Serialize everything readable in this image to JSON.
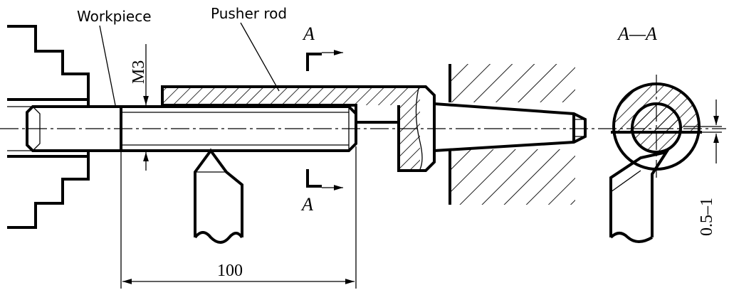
{
  "labels": {
    "workpiece": "Workpiece",
    "pusher_rod": "Pusher rod",
    "thread": "M3",
    "length": "100",
    "section_mark_top": "A",
    "section_mark_bottom": "A",
    "section_title": "A—A",
    "offset": "0.5–1"
  }
}
